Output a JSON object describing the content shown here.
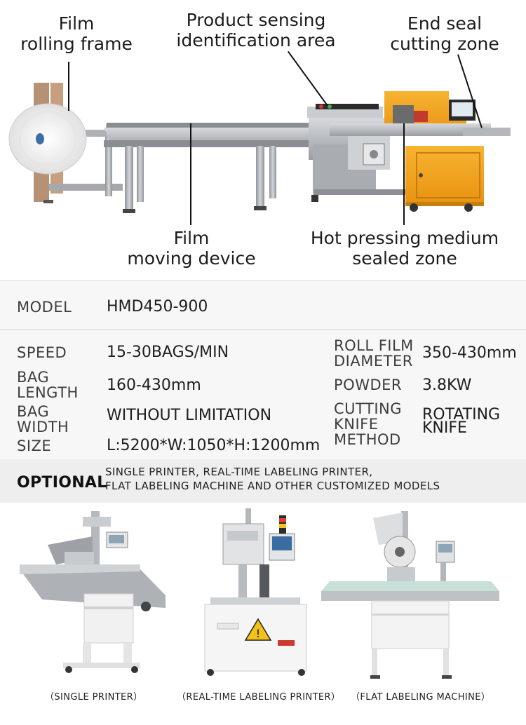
{
  "callouts": {
    "film_rolling_frame": {
      "line1": "Film",
      "line2": "rolling frame"
    },
    "product_sensing": {
      "line1": "Product sensing",
      "line2": "identification area"
    },
    "end_seal": {
      "line1": "End seal",
      "line2": "cutting zone"
    },
    "film_moving": {
      "line1": "Film",
      "line2": "moving device"
    },
    "hot_pressing": {
      "line1": "Hot pressing medium",
      "line2": "sealed zone"
    }
  },
  "specs": {
    "model_label": "MODEL",
    "model_value": "HMD450-900",
    "speed_label": "SPEED",
    "speed_value": "15-30BAGS/MIN",
    "bag_length_label_1": "BAG",
    "bag_length_label_2": "LENGTH",
    "bag_length_value": "160-430mm",
    "bag_width_label_1": "BAG",
    "bag_width_label_2": "WIDTH",
    "bag_width_value": "WITHOUT LIMITATION",
    "size_label": "SIZE",
    "size_value": "L:5200*W:1050*H:1200mm",
    "roll_film_label_1": "ROLL FILM",
    "roll_film_label_2": "DIAMETER",
    "roll_film_value": "350-430mm",
    "powder_label": "POWDER",
    "powder_value": "3.8KW",
    "cutting_label_1": "CUTTING",
    "cutting_label_2": "KNIFE",
    "cutting_label_3": "METHOD",
    "cutting_value_1": "ROTATING",
    "cutting_value_2": "KNIFE"
  },
  "optional": {
    "title": "OPTIONAL",
    "line1": "SINGLE PRINTER, REAL-TIME LABELING PRINTER,",
    "line2": "FLAT LABELING MACHINE AND OTHER CUSTOMIZED MODELS"
  },
  "machines": {
    "single_printer": "（SINGLE PRINTER）",
    "real_time": "（REAL-TIME LABELING PRINTER）",
    "flat_labeling": "（FLAT LABELING MACHINE）"
  },
  "colors": {
    "machine_orange": "#f4a416",
    "steel": "#b9bcc0",
    "steel_dark": "#7d8086",
    "band": "#eeeeee",
    "table_bg": "#f7f7f7"
  },
  "icons": [
    "warning-icon"
  ]
}
